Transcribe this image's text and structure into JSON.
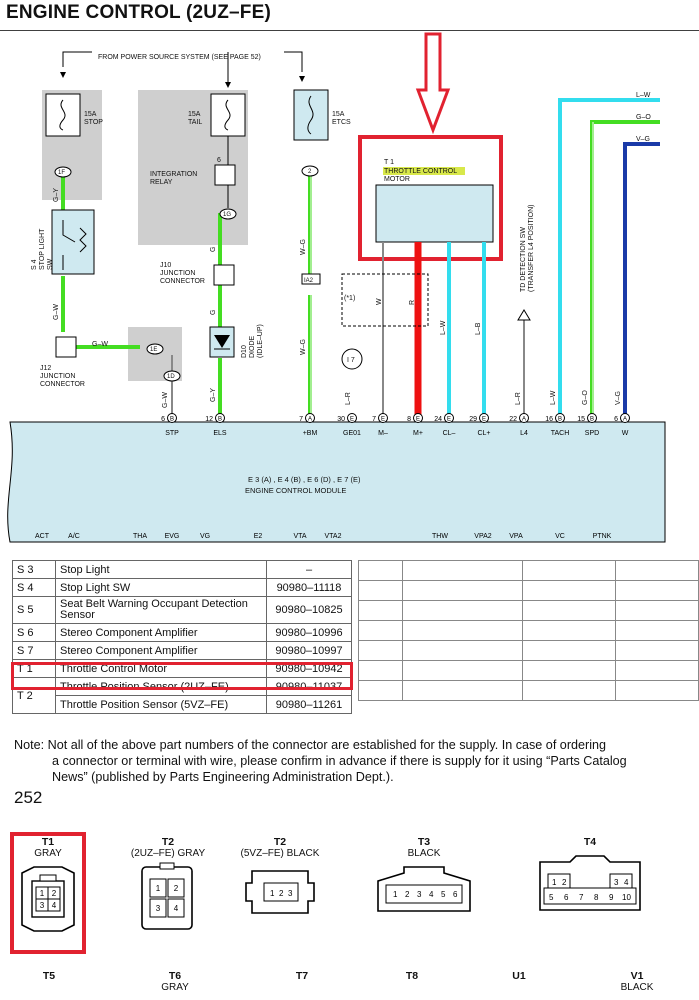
{
  "title": "ENGINE CONTROL (2UZ–FE)",
  "source": "FROM POWER SOURCE SYSTEM (SEE PAGE 52)",
  "fuses": {
    "stop": "15A STOP",
    "tail": "15A TAIL",
    "etcs": "15A ETCS"
  },
  "fuse_amp": "15A",
  "fuse_stop": "STOP",
  "fuse_tail": "TAIL",
  "fuse_etcs": "ETCS",
  "integration_relay": [
    "INTEGRATION",
    "RELAY"
  ],
  "stop_switch": [
    "S 4",
    "STOP LIGHT",
    "SW"
  ],
  "junction_j10": [
    "J10",
    "JUNCTION",
    "CONNECTOR"
  ],
  "junction_j12": [
    "J12",
    "JUNCTION",
    "CONNECTOR"
  ],
  "diode": [
    "D10",
    "DIODE",
    "(IDLE–UP)"
  ],
  "throttle_motor": [
    "T 1",
    "THROTTLE CONTROL",
    "MOTOR"
  ],
  "td_detection": [
    "TD DETECTION SW",
    "(TRANSFER L4 POSITION)"
  ],
  "pins_top": [
    {
      "n": "6",
      "c": "B",
      "lbl": "STP"
    },
    {
      "n": "12",
      "c": "B",
      "lbl": "ELS"
    },
    {
      "n": "7",
      "c": "A",
      "lbl": "+BM"
    },
    {
      "n": "30",
      "c": "E",
      "lbl": "GE01"
    },
    {
      "n": "7",
      "c": "E",
      "lbl": "M–"
    },
    {
      "n": "8",
      "c": "E",
      "lbl": "M+"
    },
    {
      "n": "24",
      "c": "E",
      "lbl": "CL–"
    },
    {
      "n": "29",
      "c": "E",
      "lbl": "CL+"
    },
    {
      "n": "22",
      "c": "A",
      "lbl": "L4"
    },
    {
      "n": "16",
      "c": "B",
      "lbl": "TACH"
    },
    {
      "n": "15",
      "c": "B",
      "lbl": "SPD"
    },
    {
      "n": "6",
      "c": "A",
      "lbl": "W"
    }
  ],
  "ecm_connectors": "E 3 (A) , E 4 (B) , E 6 (D) , E 7 (E)",
  "ecm_name": "ENGINE CONTROL MODULE",
  "pins_bottom": [
    "ACT",
    "A/C",
    "THA",
    "EVG",
    "VG",
    "E2",
    "VTA",
    "VTA2",
    "THW",
    "VPA2",
    "VPA",
    "VC",
    "PTNK"
  ],
  "wire_colors": {
    "green": "#44dd22",
    "cyan": "#33ddee",
    "red": "#ee1111",
    "blue": "#1a3aa8",
    "highlight": "#e12230"
  },
  "wire_labels": [
    "G–Y",
    "G–W",
    "G–W",
    "G–W",
    "G–Y",
    "G",
    "G",
    "W–G",
    "W–G",
    "L–R",
    "W",
    "R",
    "L–W",
    "L–B",
    "L–R",
    "L–W",
    "G–O",
    "V–G",
    "L–W",
    "G–O",
    "V–G"
  ],
  "parts_table": [
    {
      "code": "S 3",
      "name": "Stop Light",
      "num": "–"
    },
    {
      "code": "S 4",
      "name": "Stop Light SW",
      "num": "90980–11118"
    },
    {
      "code": "S 5",
      "name": "Seat Belt Warning Occupant Detection Sensor",
      "num": "90980–10825"
    },
    {
      "code": "S 6",
      "name": "Stereo Component Amplifier",
      "num": "90980–10996"
    },
    {
      "code": "S 7",
      "name": "Stereo Component Amplifier",
      "num": "90980–10997"
    },
    {
      "code": "T 1",
      "name": "Throttle Control Motor",
      "num": "90980–10942"
    },
    {
      "code": "T 2",
      "name": "Throttle Position Sensor (2UZ–FE)",
      "num": "90980–11037"
    },
    {
      "code": "",
      "name": "Throttle Position Sensor (5VZ–FE)",
      "num": "90980–11261"
    }
  ],
  "note": "Note: Not all of the above part numbers of the connector are established for the supply. In case of ordering",
  "note2": "a connector or terminal with wire, please confirm in advance if there is supply for it using “Parts Catalog",
  "note3": "News” (published by Parts Engineering Administration Dept.).",
  "page_number": "252",
  "connectors": [
    {
      "id": "T1",
      "desc": "GRAY"
    },
    {
      "id": "T2",
      "desc": "(2UZ–FE)  GRAY"
    },
    {
      "id": "T2",
      "desc": "(5VZ–FE)  BLACK"
    },
    {
      "id": "T3",
      "desc": "BLACK"
    },
    {
      "id": "T4",
      "desc": ""
    }
  ],
  "connectors_row2": [
    {
      "id": "T5",
      "desc": ""
    },
    {
      "id": "T6",
      "desc": "GRAY"
    },
    {
      "id": "T7",
      "desc": ""
    },
    {
      "id": "T8",
      "desc": ""
    },
    {
      "id": "U1",
      "desc": ""
    },
    {
      "id": "V1",
      "desc": "BLACK"
    }
  ],
  "t2_pins": [
    "1",
    "2",
    "3",
    "4"
  ],
  "t2b_pins": [
    "1",
    "2",
    "3"
  ],
  "t3_pins": [
    "1",
    "2",
    "3",
    "4",
    "5",
    "6"
  ],
  "t4_pins_top": [
    "1",
    "2",
    "3",
    "4"
  ],
  "t4_pins_bottom": [
    "5",
    "6",
    "7",
    "8",
    "9",
    "10"
  ]
}
